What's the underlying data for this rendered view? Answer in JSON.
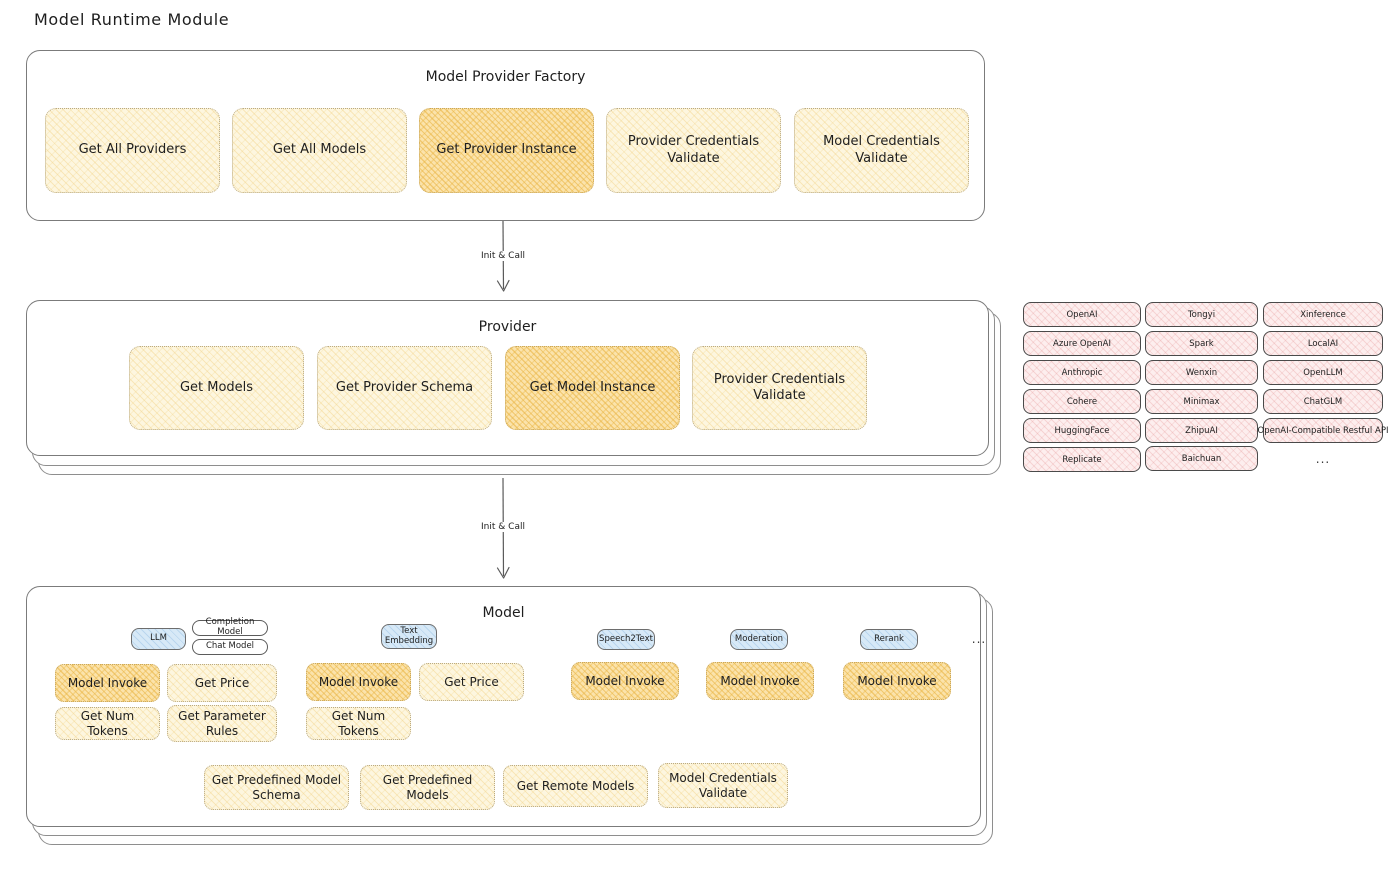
{
  "title": "Model Runtime Module",
  "factory": {
    "title": "Model Provider Factory",
    "methods": [
      {
        "label": "Get All Providers",
        "highlight": false
      },
      {
        "label": "Get All Models",
        "highlight": false
      },
      {
        "label": "Get Provider Instance",
        "highlight": true
      },
      {
        "label": "Provider Credentials Validate",
        "highlight": false
      },
      {
        "label": "Model Credentials Validate",
        "highlight": false
      }
    ]
  },
  "arrows": [
    {
      "label": "Init & Call"
    },
    {
      "label": "Init & Call"
    }
  ],
  "provider": {
    "title": "Provider",
    "methods": [
      {
        "label": "Get Models",
        "highlight": false
      },
      {
        "label": "Get Provider Schema",
        "highlight": false
      },
      {
        "label": "Get Model Instance",
        "highlight": true
      },
      {
        "label": "Provider Credentials Validate",
        "highlight": false
      }
    ]
  },
  "provider_list": {
    "columns": [
      [
        "OpenAI",
        "Azure OpenAI",
        "Anthropic",
        "Cohere",
        "HuggingFace",
        "Replicate"
      ],
      [
        "Tongyi",
        "Spark",
        "Wenxin",
        "Minimax",
        "ZhipuAI",
        "Baichuan"
      ],
      [
        "Xinference",
        "LocalAI",
        "OpenLLM",
        "ChatGLM",
        "OpenAI-Compatible Restful API"
      ]
    ],
    "more": "..."
  },
  "model": {
    "title": "Model",
    "more": "...",
    "types": [
      {
        "badge": "LLM",
        "badge_style": "blue",
        "sub_badges": [
          "Completion Model",
          "Chat Model"
        ],
        "methods": [
          {
            "label": "Model Invoke",
            "highlight": true
          },
          {
            "label": "Get Price",
            "highlight": false
          },
          {
            "label": "Get Num Tokens",
            "highlight": false
          },
          {
            "label": "Get Parameter Rules",
            "highlight": false
          }
        ]
      },
      {
        "badge": "Text Embedding",
        "badge_style": "blue",
        "sub_badges": [],
        "methods": [
          {
            "label": "Model Invoke",
            "highlight": true
          },
          {
            "label": "Get Price",
            "highlight": false
          },
          {
            "label": "Get Num Tokens",
            "highlight": false
          }
        ]
      },
      {
        "badge": "Speech2Text",
        "badge_style": "blue",
        "sub_badges": [],
        "methods": [
          {
            "label": "Model Invoke",
            "highlight": true
          }
        ]
      },
      {
        "badge": "Moderation",
        "badge_style": "blue",
        "sub_badges": [],
        "methods": [
          {
            "label": "Model Invoke",
            "highlight": true
          }
        ]
      },
      {
        "badge": "Rerank",
        "badge_style": "blue",
        "sub_badges": [],
        "methods": [
          {
            "label": "Model Invoke",
            "highlight": true
          }
        ]
      }
    ],
    "common_methods": [
      {
        "label": "Get Predefined Model Schema"
      },
      {
        "label": "Get Predefined Models"
      },
      {
        "label": "Get Remote Models"
      },
      {
        "label": "Model Credentials Validate"
      }
    ]
  },
  "colors": {
    "chip_fill": "#fdf6df",
    "chip_highlight_fill": "#fbe3ab",
    "badge_blue_fill": "#d7e9f7",
    "pill_fill": "#fdeeee",
    "frame_border": "#7b7b7b",
    "text": "#1e1e1e"
  }
}
